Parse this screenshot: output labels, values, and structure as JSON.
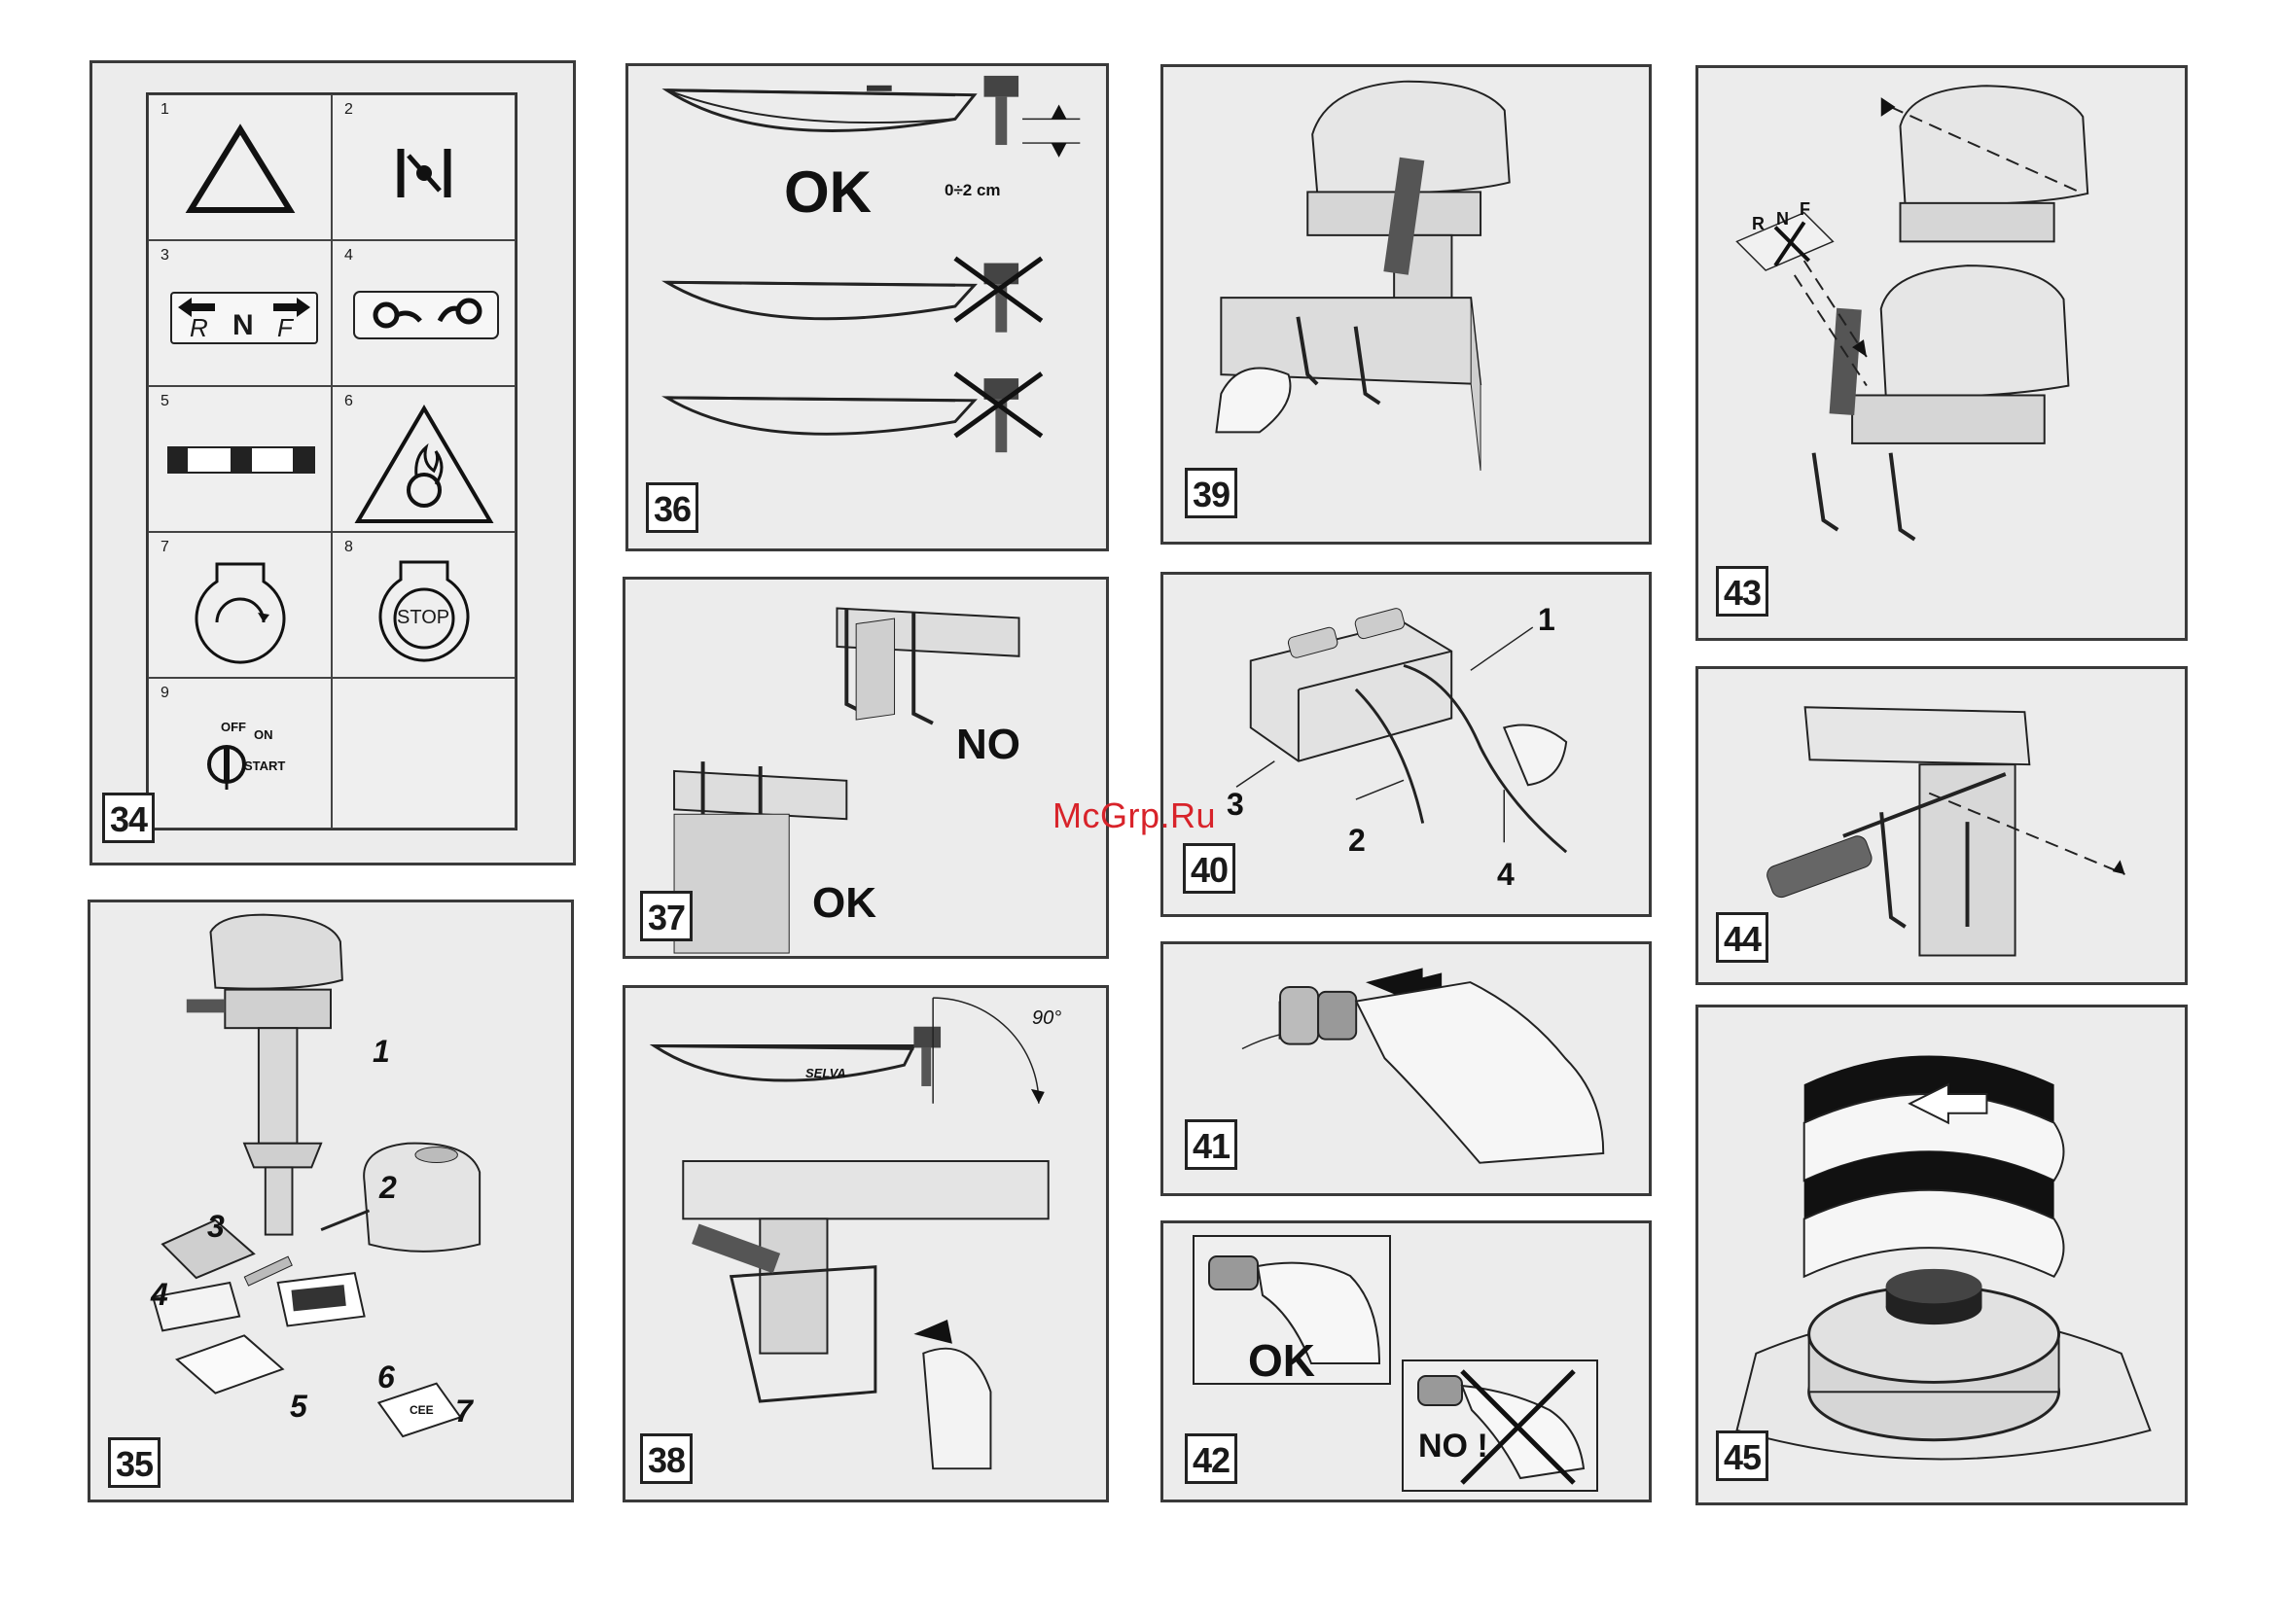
{
  "watermark": "McGrp.Ru",
  "panels": {
    "p34": {
      "number": "34",
      "cells": [
        {
          "n": "1"
        },
        {
          "n": "2"
        },
        {
          "n": "3"
        },
        {
          "n": "4"
        },
        {
          "n": "5"
        },
        {
          "n": "6"
        },
        {
          "n": "7"
        },
        {
          "n": "8"
        },
        {
          "n": "9"
        }
      ],
      "rnf": {
        "r": "R",
        "n": "N",
        "f": "F"
      },
      "stop": "STOP",
      "key": {
        "off": "OFF",
        "on": "ON",
        "start": "START"
      }
    },
    "p35": {
      "number": "35",
      "callouts": [
        "1",
        "2",
        "3",
        "4",
        "5",
        "6",
        "7"
      ],
      "cee": "CEE"
    },
    "p36": {
      "number": "36",
      "ok": "OK",
      "measure": "0÷2 cm"
    },
    "p37": {
      "number": "37",
      "no": "NO",
      "ok": "OK"
    },
    "p38": {
      "number": "38",
      "angle": "90°",
      "brand": "SELVA"
    },
    "p39": {
      "number": "39"
    },
    "p40": {
      "number": "40",
      "callouts": [
        "1",
        "2",
        "3",
        "4"
      ]
    },
    "p41": {
      "number": "41"
    },
    "p42": {
      "number": "42",
      "ok": "OK",
      "no": "NO !"
    },
    "p43": {
      "number": "43",
      "rnf": {
        "r": "R",
        "n": "N",
        "f": "F"
      }
    },
    "p44": {
      "number": "44"
    },
    "p45": {
      "number": "45"
    }
  }
}
